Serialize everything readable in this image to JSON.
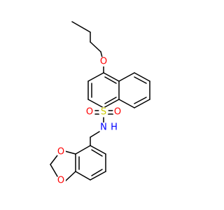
{
  "molecule": {
    "atoms": {
      "ether_oxygen": {
        "symbol": "O",
        "color": "#ff0000"
      },
      "sulfur": {
        "symbol": "S",
        "color": "#cccc00"
      },
      "sulfonyl_oxygen_left": {
        "symbol": "O",
        "color": "#ff0000"
      },
      "sulfonyl_oxygen_right": {
        "symbol": "O",
        "color": "#ff0000"
      },
      "nitrogen": {
        "symbol": "N",
        "color": "#0000ff"
      },
      "hydrogen": {
        "symbol": "H",
        "color": "#0000ff"
      },
      "dioxole_oxygen_top": {
        "symbol": "O",
        "color": "#ff0000"
      },
      "dioxole_oxygen_bottom": {
        "symbol": "O",
        "color": "#ff0000"
      }
    },
    "bond_color": "#000000"
  }
}
